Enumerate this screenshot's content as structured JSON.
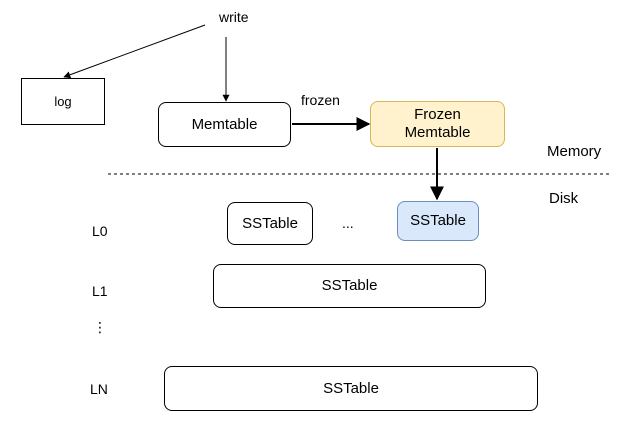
{
  "nodes": {
    "write": "write",
    "log": "log",
    "memtable": "Memtable",
    "frozen_memtable": "Frozen\nMemtable",
    "l0_sstable_a": "SSTable",
    "l0_ellipsis": "...",
    "l0_sstable_b": "SSTable",
    "l1_sstable": "SSTable",
    "ln_sstable": "SSTable"
  },
  "edge_labels": {
    "frozen": "frozen"
  },
  "regions": {
    "memory": "Memory",
    "disk": "Disk"
  },
  "levels": {
    "l0": "L0",
    "l1": "L1",
    "vertical_ellipsis": "⋮",
    "ln": "LN"
  },
  "colors": {
    "frozen_fill": "#fff2cc",
    "frozen_border": "#d6b656",
    "sstable_fill": "#dae8fc",
    "sstable_border": "#6c8ebf",
    "line": "#000000"
  }
}
